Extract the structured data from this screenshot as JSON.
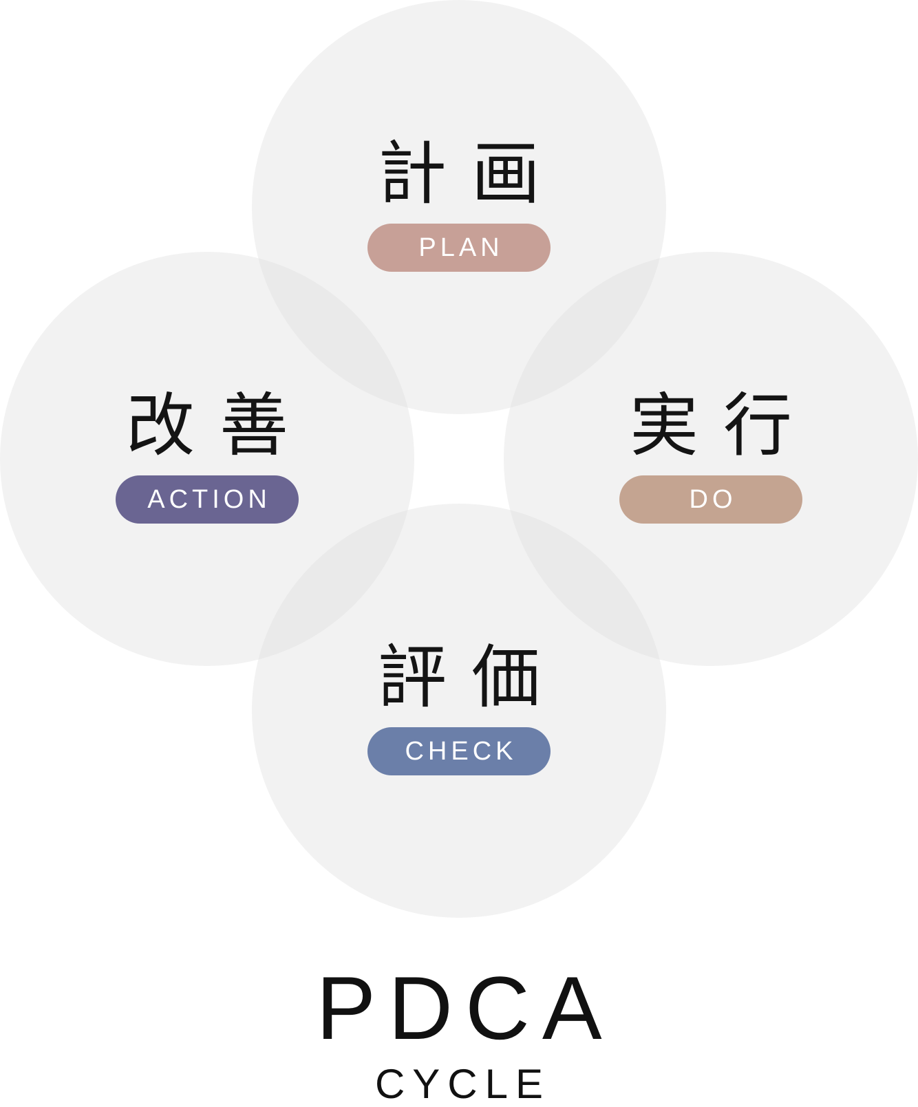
{
  "nodes": {
    "plan": {
      "kanji": "計画",
      "label": "PLAN",
      "color": "#c7a097"
    },
    "do": {
      "kanji": "実行",
      "label": "DO",
      "color": "#c4a491"
    },
    "check": {
      "kanji": "評価",
      "label": "CHECK",
      "color": "#6b7fa9"
    },
    "action": {
      "kanji": "改善",
      "label": "ACTION",
      "color": "#6a6592"
    }
  },
  "circle_color": "#f2f2f2",
  "title": "PDCA",
  "subtitle": "CYCLE"
}
